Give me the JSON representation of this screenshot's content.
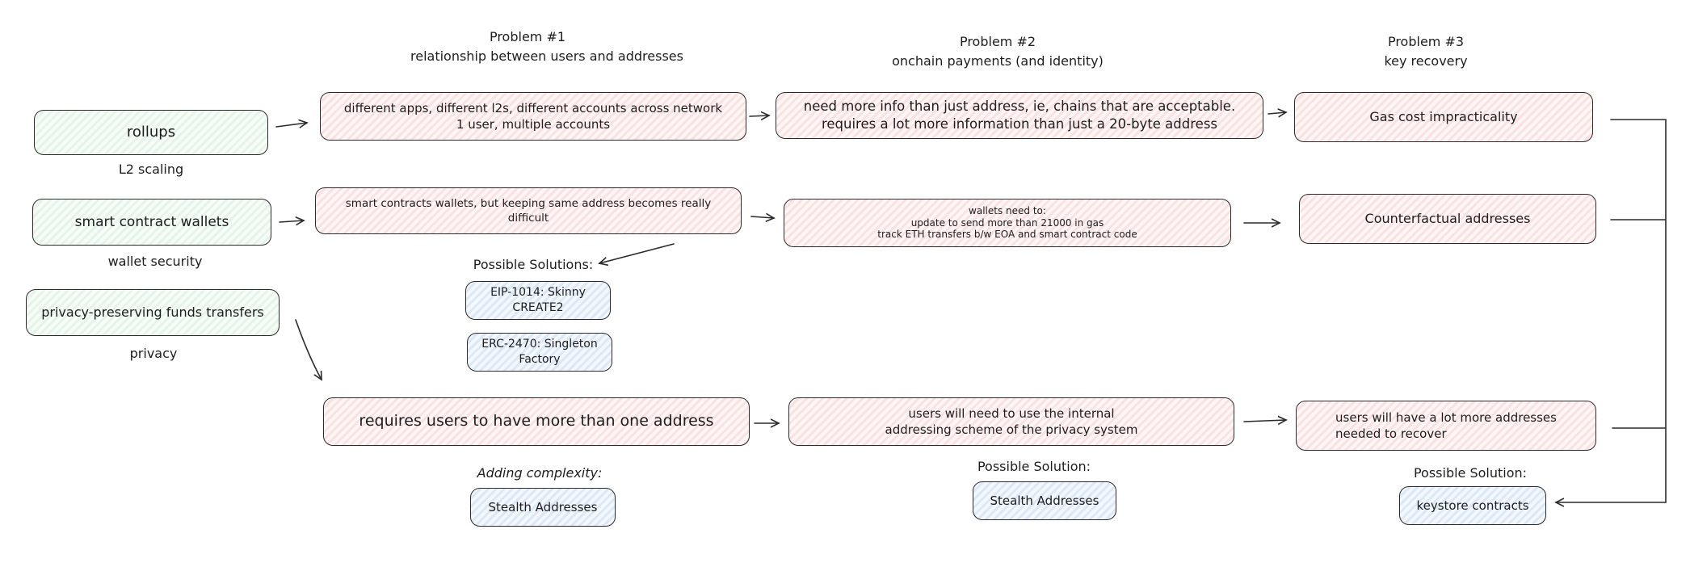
{
  "headers": [
    {
      "title": "Problem #1",
      "subtitle": "relationship between users and addresses"
    },
    {
      "title": "Problem #2",
      "subtitle": "onchain payments (and identity)"
    },
    {
      "title": "Problem #3",
      "subtitle": "key recovery"
    }
  ],
  "rows": [
    {
      "source": {
        "label": "rollups",
        "caption": "L2 scaling"
      },
      "p1": {
        "lines": [
          "different apps, different l2s, different accounts across network",
          "1 user, multiple accounts"
        ]
      },
      "p2": {
        "lines": [
          "need more info than just address, ie, chains that are acceptable.",
          "requires a lot more information than just a 20-byte address"
        ]
      },
      "p3": {
        "lines": [
          "Gas cost impracticality"
        ]
      }
    },
    {
      "source": {
        "label": "smart contract wallets",
        "caption": "wallet security"
      },
      "p1": {
        "lines": [
          "smart contracts wallets, but keeping same address becomes really difficult"
        ]
      },
      "p2": {
        "lines": [
          "wallets need to:",
          "update to send more than 21000 in gas",
          "track ETH transfers b/w EOA and smart contract code"
        ]
      },
      "p3": {
        "lines": [
          "Counterfactual addresses"
        ]
      }
    },
    {
      "source": {
        "label": "privacy-preserving funds transfers",
        "caption": "privacy"
      },
      "p1": {
        "lines": [
          "requires users to have more than one address"
        ]
      },
      "p2": {
        "lines": [
          "users will need to use the internal",
          "addressing scheme of the privacy system"
        ]
      },
      "p3": {
        "lines": [
          "users will have a lot more addresses",
          "needed to recover"
        ]
      }
    }
  ],
  "solution_groups": {
    "possible_solutions": {
      "label": "Possible Solutions:",
      "items": [
        [
          "EIP-1014: Skinny",
          "CREATE2"
        ],
        [
          "ERC-2470: Singleton",
          "Factory"
        ]
      ]
    },
    "adding_complexity": {
      "label": "Adding complexity:",
      "item": "Stealth Addresses"
    },
    "privacy_solution": {
      "label": "Possible Solution:",
      "item": "Stealth Addresses"
    },
    "recovery_solution": {
      "label": "Possible Solution:",
      "item": "keystore contracts"
    }
  },
  "colors": {
    "source": "#e4f5e8",
    "problem": "#fbe1e2",
    "solution": "#dbe9f6",
    "stroke": "#2b2b2b"
  }
}
